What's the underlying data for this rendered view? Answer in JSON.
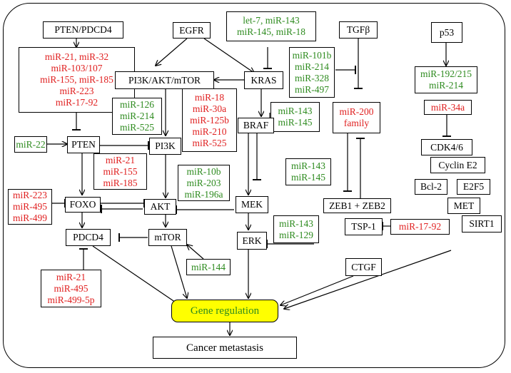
{
  "diagram": {
    "nodes": {
      "pten_pdcd4": [
        "PTEN/PDCD4"
      ],
      "egfr": [
        "EGFR"
      ],
      "let7_group": [
        "let-7, miR-143",
        "miR-145, miR-18"
      ],
      "tgfb": [
        "TGFβ"
      ],
      "p53": [
        "p53"
      ],
      "mir21_group": [
        "miR-21, miR-32",
        "miR-103/107",
        "miR-155, miR-185",
        "miR-223",
        "miR-17-92"
      ],
      "pi3k_akt_mtor": [
        "PI3K/AKT/mTOR"
      ],
      "kras": [
        "KRAS"
      ],
      "mir101b_group": [
        "miR-101b",
        "miR-214",
        "miR-328",
        "miR-497"
      ],
      "mir192_group": [
        "miR-192/215",
        "miR-214"
      ],
      "mir126_group": [
        "miR-126",
        "miR-214",
        "miR-525"
      ],
      "mir18_group": [
        "miR-18",
        "miR-30a",
        "miR-125b",
        "miR-210",
        "miR-525"
      ],
      "mir143_145_a": [
        "miR-143",
        "miR-145"
      ],
      "mir200": [
        "miR-200",
        "family"
      ],
      "mir34a": [
        "miR-34a"
      ],
      "mir22": [
        "miR-22"
      ],
      "pten": [
        "PTEN"
      ],
      "pi3k": [
        "PI3K"
      ],
      "braf": [
        "BRAF"
      ],
      "cdk46": [
        "CDK4/6"
      ],
      "cyclin_e2": [
        "Cyclin E2"
      ],
      "mir21_155_185": [
        "miR-21",
        "miR-155",
        "miR-185"
      ],
      "mir10b_group": [
        "miR-10b",
        "miR-203",
        "miR-196a"
      ],
      "mir143_145_b": [
        "miR-143",
        "miR-145"
      ],
      "bcl2": [
        "Bcl-2"
      ],
      "e2f5": [
        "E2F5"
      ],
      "mir223_group": [
        "miR-223",
        "miR-495",
        "miR-499"
      ],
      "foxo": [
        "FOXO"
      ],
      "akt": [
        "AKT"
      ],
      "mek": [
        "MEK"
      ],
      "zeb": [
        "ZEB1 + ZEB2"
      ],
      "met": [
        "MET"
      ],
      "mir143_129": [
        "miR-143",
        "miR-129"
      ],
      "tsp1": [
        "TSP-1"
      ],
      "mir17_92": [
        "miR-17-92"
      ],
      "sirt1": [
        "SIRT1"
      ],
      "pdcd4": [
        "PDCD4"
      ],
      "mtor": [
        "mTOR"
      ],
      "erk": [
        "ERK"
      ],
      "ctgf": [
        "CTGF"
      ],
      "mir144": [
        "miR-144"
      ],
      "mir21_495": [
        "miR-21",
        "miR-495",
        "miR-499-5p"
      ],
      "gene_regulation": [
        "Gene regulation"
      ],
      "cancer_metastasis": [
        "Cancer metastasis"
      ]
    }
  }
}
